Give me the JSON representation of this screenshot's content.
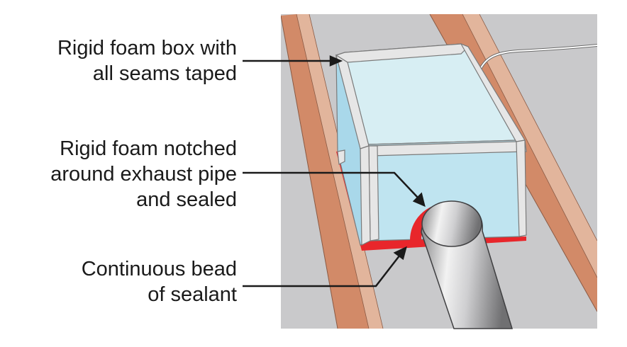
{
  "callouts": [
    {
      "lines": [
        "Rigid foam box with",
        "all seams taped"
      ]
    },
    {
      "lines": [
        "Rigid foam notched",
        "around exhaust pipe",
        "and sealed"
      ]
    },
    {
      "lines": [
        "Continuous bead",
        "of sealant"
      ]
    }
  ],
  "colors": {
    "floor": "#c9c9cb",
    "joist": "#d28a68",
    "joist_edge": "#e2b59c",
    "foam_top": "#d7eef3",
    "foam_side": "#bfe4f0",
    "foam_edge": "#e4e4e4",
    "sealant": "#e8262b",
    "pipe": "#b5b5b7"
  },
  "icons": [
    "rigid-foam-box",
    "exhaust-pipe",
    "sealant-bead",
    "floor-joist",
    "wire"
  ]
}
